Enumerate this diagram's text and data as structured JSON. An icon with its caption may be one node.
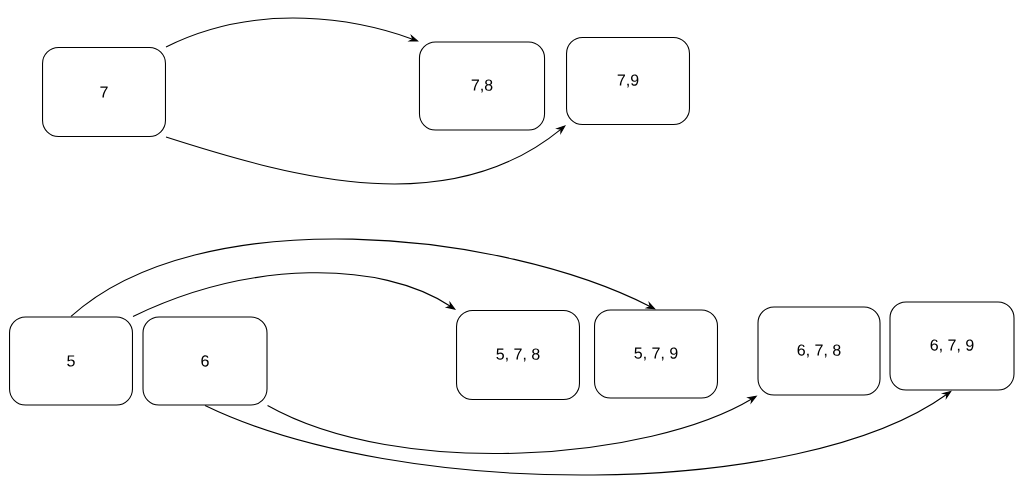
{
  "diagram": {
    "nodes": [
      {
        "text": [
          "7"
        ]
      },
      {
        "text": [
          "7,8"
        ]
      },
      {
        "text": [
          "7,9"
        ]
      },
      {
        "text": [
          "5"
        ]
      },
      {
        "text": [
          "6"
        ]
      },
      {
        "text": [
          "5, 7, 8"
        ]
      },
      {
        "text": [
          "5, 7, 9"
        ]
      },
      {
        "text": [
          "6, 7, 8"
        ]
      },
      {
        "text": [
          "6, 7, 9"
        ]
      }
    ],
    "edges": [
      {
        "from": 0,
        "to": 1,
        "arrow": "to"
      },
      {
        "from": 0,
        "to": 2,
        "arrow": "to"
      },
      {
        "from": 3,
        "to": 6,
        "arrow": "to"
      },
      {
        "from": 3,
        "to": 5,
        "arrow": "to"
      },
      {
        "from": 4,
        "to": 7,
        "arrow": "to"
      },
      {
        "from": 4,
        "to": 8,
        "arrow": "to"
      }
    ]
  }
}
